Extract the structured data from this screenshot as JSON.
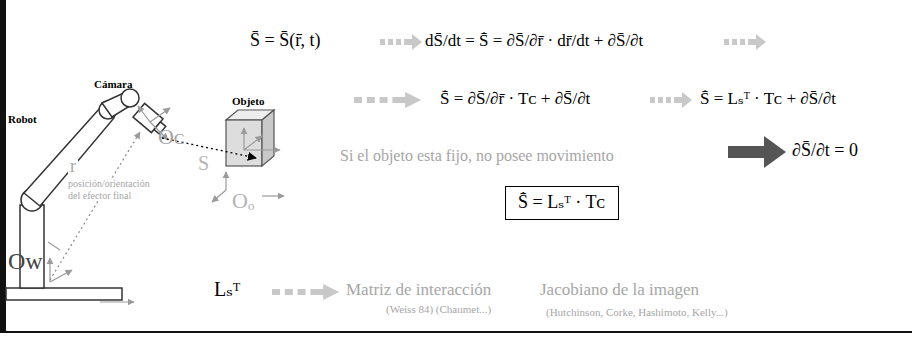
{
  "diagram": {
    "nodes": [
      {
        "text": [
          "S̄̇ = Lₛᵀ · Tᴄ"
        ]
      }
    ],
    "labels": [
      "S̄ = S̄(r̄, t)",
      "dS̄/dt = S̄̇ = ∂S̄/∂r̄ · dr̄/dt + ∂S̄/∂t",
      "S̄̇ = ∂S̄/∂r̄ · Tᴄ + ∂S̄/∂t",
      "S̄̇ = Lₛᵀ · Tᴄ + ∂S̄/∂t",
      "Si el objeto esta fijo, no posee movimiento",
      "∂S̄/∂t = 0",
      "Cámara",
      "Robot",
      "Objeto",
      "Oᴄ",
      "S",
      "r",
      "posición/orientación del efector final",
      "Oₒ",
      "Oᴡ",
      "Lₛᵀ",
      "Matriz de interacción",
      "(Weiss 84) (Chaumet...)",
      "Jacobiano de la imagen",
      "(Hutchinson, Corke, Hashimoto, Kelly...)"
    ]
  }
}
